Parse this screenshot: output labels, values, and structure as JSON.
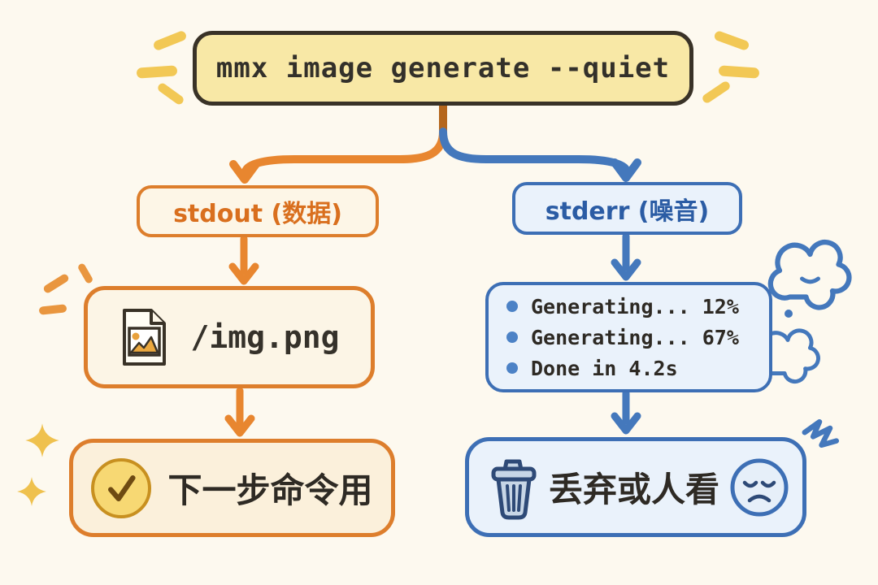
{
  "command_box": {
    "label": "mmx image generate --quiet"
  },
  "branches": {
    "stdout": {
      "label": "stdout (数据)",
      "file_box": {
        "filename": "/img.png",
        "icon": "image-file-icon"
      },
      "result_box": {
        "label": "下一步命令用",
        "icon": "check-icon"
      }
    },
    "stderr": {
      "label": "stderr (噪音)",
      "log_box": {
        "lines": [
          "Generating... 12%",
          "Generating... 67%",
          "Done in 4.2s"
        ]
      },
      "result_box": {
        "label": "丢弃或人看",
        "icons": [
          "trash-icon",
          "sad-face-icon"
        ]
      }
    }
  },
  "colors": {
    "background": "#FDF9EF",
    "orange": "#E8862F",
    "blue": "#4478BC",
    "ink": "#393227",
    "command_fill": "#F8E8A6",
    "stdout_fill": "#FDF6E7",
    "stderr_fill": "#EAF2FB",
    "sparkle_yellow": "#F2C855"
  }
}
